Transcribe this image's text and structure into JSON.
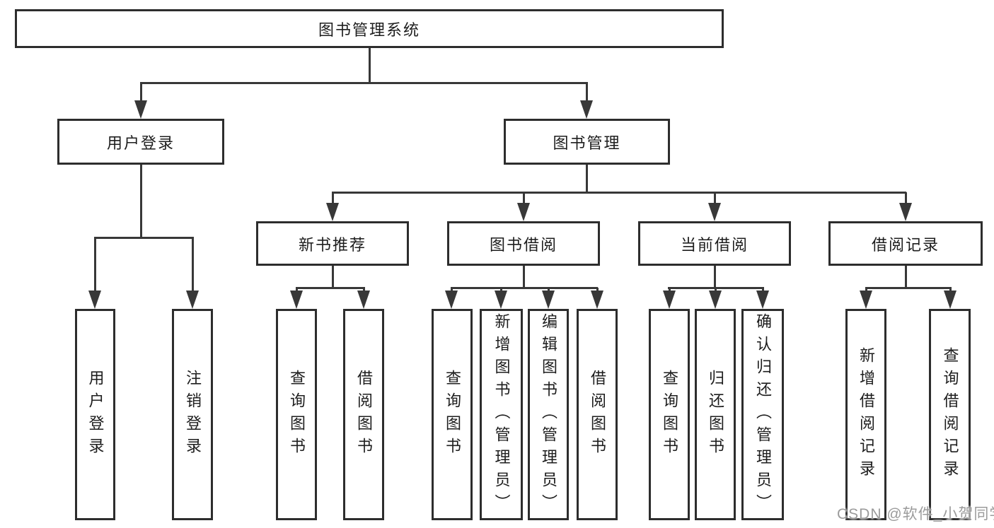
{
  "diagram": {
    "title": "图书管理系统",
    "tree": {
      "root": {
        "label": "图书管理系统",
        "children": [
          {
            "label": "用户登录",
            "children": [
              {
                "label": "用户登录"
              },
              {
                "label": "注销登录"
              }
            ]
          },
          {
            "label": "图书管理",
            "children": [
              {
                "label": "新书推荐",
                "children": [
                  {
                    "label": "查询图书"
                  },
                  {
                    "label": "借阅图书"
                  }
                ]
              },
              {
                "label": "图书借阅",
                "children": [
                  {
                    "label": "查询图书"
                  },
                  {
                    "label": "新增图书（管理员）"
                  },
                  {
                    "label": "编辑图书（管理员）"
                  },
                  {
                    "label": "借阅图书"
                  }
                ]
              },
              {
                "label": "当前借阅",
                "children": [
                  {
                    "label": "查询图书"
                  },
                  {
                    "label": "归还图书"
                  },
                  {
                    "label": "确认归还（管理员）"
                  }
                ]
              },
              {
                "label": "借阅记录",
                "children": [
                  {
                    "label": "新增借阅记录"
                  },
                  {
                    "label": "查询借阅记录"
                  }
                ]
              }
            ]
          }
        ]
      }
    }
  },
  "watermark": {
    "text": "CSDN @软件_小贺同学"
  },
  "colors": {
    "line": "#383838",
    "box_border": "#2d2d2d",
    "text": "#1d1d1d",
    "watermark": "#9b9b9b",
    "background": "#ffffff"
  }
}
